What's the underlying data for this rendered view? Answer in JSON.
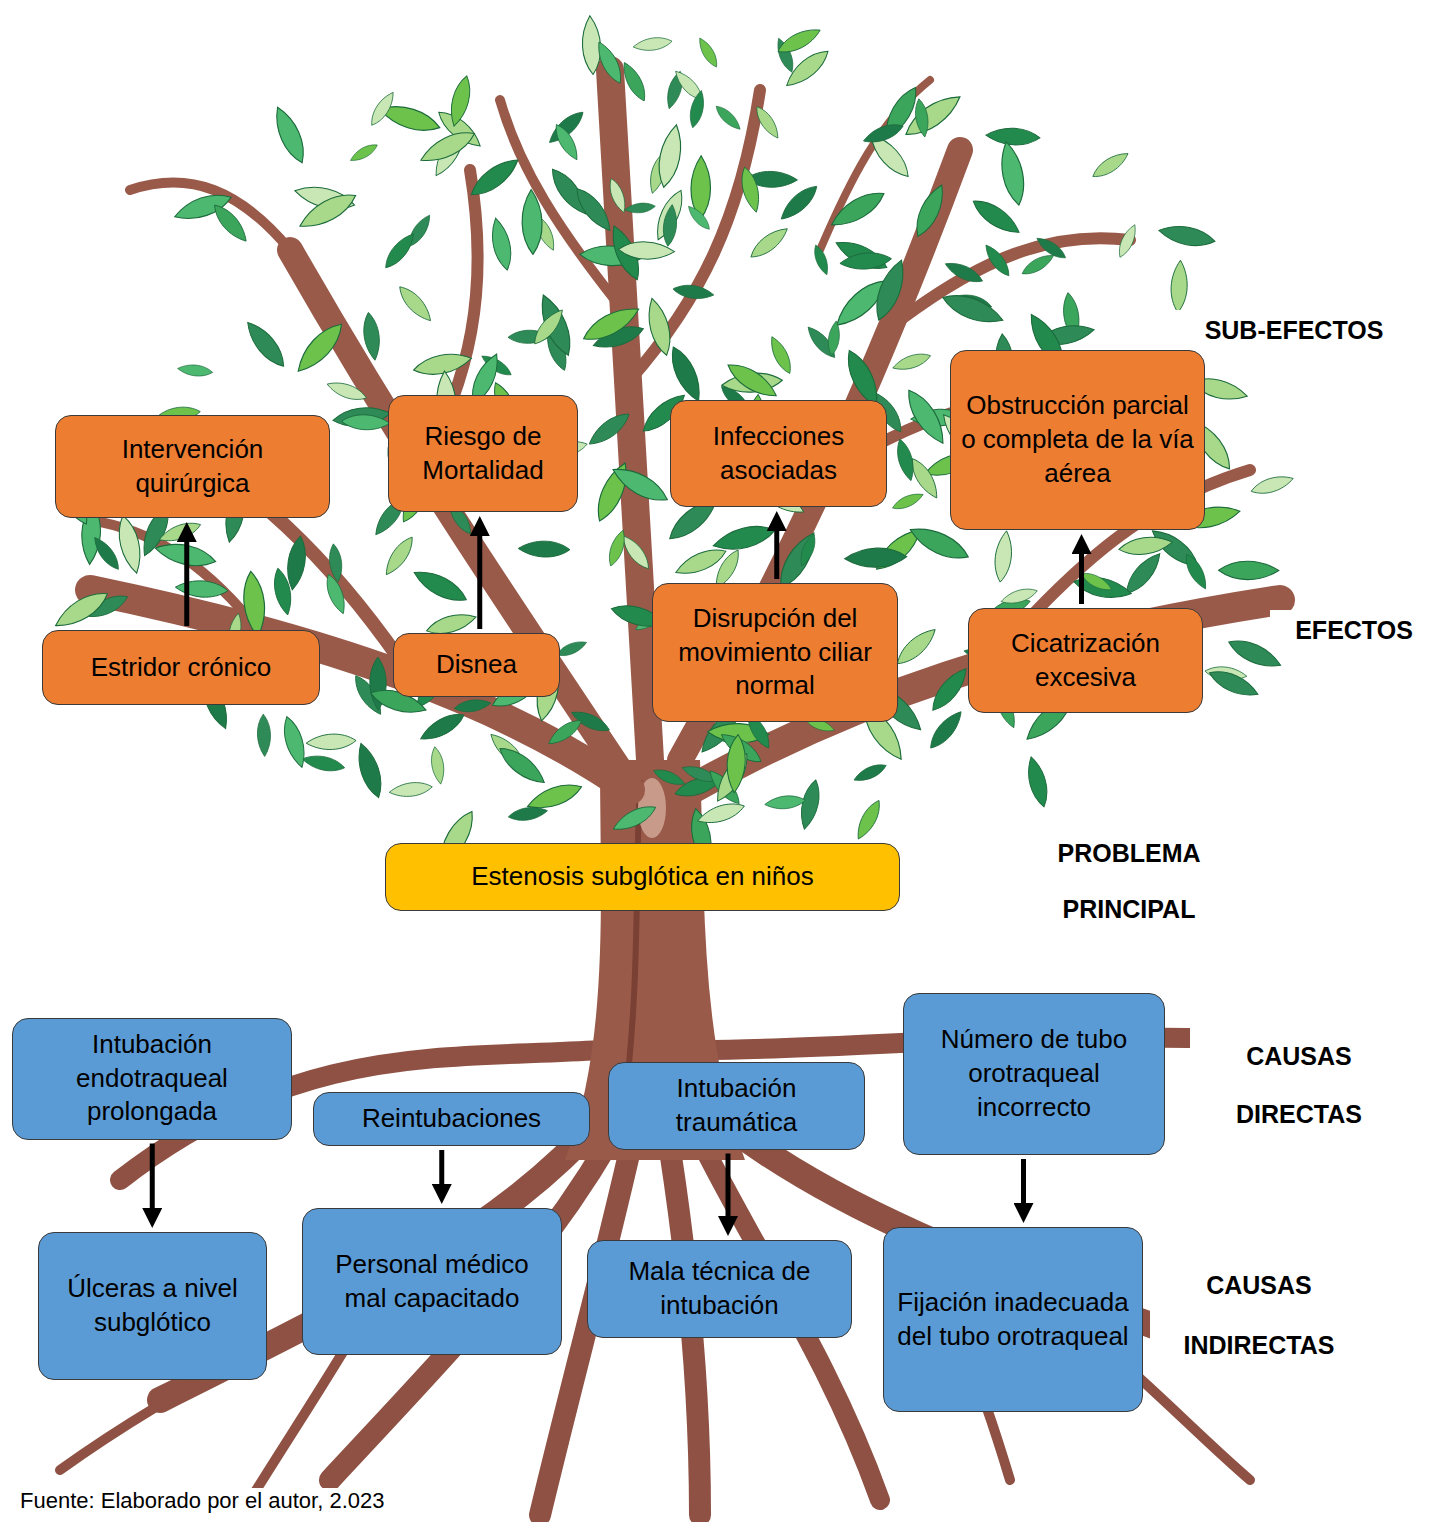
{
  "diagram": {
    "caption": "Fuente: Elaborado por el autor, 2.023",
    "nodes": [
      {
        "text": [
          "Intervención quirúrgica"
        ]
      },
      {
        "text": [
          "Riesgo de Mortalidad"
        ]
      },
      {
        "text": [
          "Infecciones asociadas"
        ]
      },
      {
        "text": [
          "Obstrucción parcial o completa de la vía aérea"
        ]
      },
      {
        "text": [
          "Estridor crónico"
        ]
      },
      {
        "text": [
          "Disnea"
        ]
      },
      {
        "text": [
          "Disrupción del movimiento ciliar normal"
        ]
      },
      {
        "text": [
          "Cicatrización excesiva"
        ]
      },
      {
        "text": [
          "Estenosis subglótica en niños"
        ]
      },
      {
        "text": [
          "Intubación endotraqueal prolongada"
        ]
      },
      {
        "text": [
          "Reintubaciones"
        ]
      },
      {
        "text": [
          "Intubación traumática"
        ]
      },
      {
        "text": [
          "Número de tubo orotraqueal incorrecto"
        ]
      },
      {
        "text": [
          "Úlceras a nivel subglótico"
        ]
      },
      {
        "text": [
          "Personal médico mal capacitado"
        ]
      },
      {
        "text": [
          "Mala técnica de intubación"
        ]
      },
      {
        "text": [
          "Fijación inadecuada del tubo orotraqueal"
        ]
      }
    ],
    "edges": [
      {
        "from": 4,
        "to": 0,
        "arrow": "to"
      },
      {
        "from": 5,
        "to": 1,
        "arrow": "to"
      },
      {
        "from": 6,
        "to": 2,
        "arrow": "to"
      },
      {
        "from": 7,
        "to": 3,
        "arrow": "to"
      },
      {
        "from": 9,
        "to": 13,
        "arrow": "to"
      },
      {
        "from": 10,
        "to": 14,
        "arrow": "to"
      },
      {
        "from": 11,
        "to": 15,
        "arrow": "to"
      },
      {
        "from": 12,
        "to": 16,
        "arrow": "to"
      }
    ],
    "labels": [
      "SUB-EFECTOS",
      "EFECTOS",
      "PROBLEMA PRINCIPAL",
      "CAUSAS DIRECTAS",
      "CAUSAS INDIRECTAS"
    ]
  }
}
